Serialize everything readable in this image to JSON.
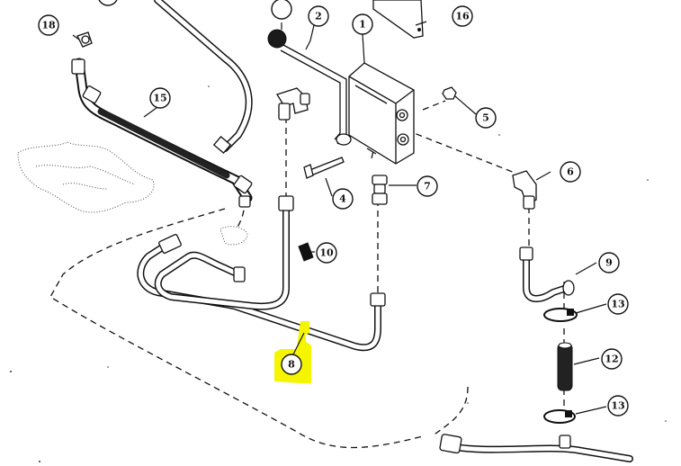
{
  "callouts": [
    {
      "id": "c1",
      "label": "1"
    },
    {
      "id": "c2",
      "label": "2"
    },
    {
      "id": "c4",
      "label": "4"
    },
    {
      "id": "c5",
      "label": "5"
    },
    {
      "id": "c6",
      "label": "6"
    },
    {
      "id": "c7",
      "label": "7"
    },
    {
      "id": "c8",
      "label": "8"
    },
    {
      "id": "c9",
      "label": "9"
    },
    {
      "id": "c10",
      "label": "10"
    },
    {
      "id": "c12",
      "label": "12"
    },
    {
      "id": "c13a",
      "label": "13"
    },
    {
      "id": "c13b",
      "label": "13"
    },
    {
      "id": "c15",
      "label": "15"
    },
    {
      "id": "c16",
      "label": "16"
    },
    {
      "id": "c18",
      "label": "18"
    }
  ],
  "highlight_color": "#f5f500"
}
